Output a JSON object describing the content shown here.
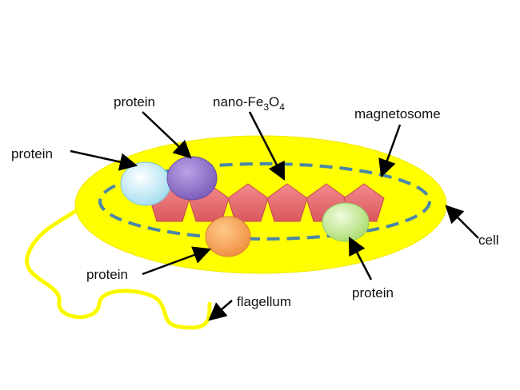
{
  "labels": {
    "protein_top": "protein",
    "protein_left": "protein",
    "protein_bottom_left": "protein",
    "protein_bottom_right": "protein",
    "nano_prefix": "nano-Fe",
    "nano_sub1": "3",
    "nano_mid": "O",
    "nano_sub2": "4",
    "magnetosome": "magnetosome",
    "cell": "cell",
    "flagellum": "flagellum"
  },
  "colors": {
    "cell": "#ffff00",
    "membrane": "#4a86a8",
    "crystal": "#e8686d",
    "protein_cyan": "#c7eef7",
    "protein_purple": "#8e6fc7",
    "protein_orange": "#f5a35a",
    "protein_green": "#c9ec9a",
    "arrow": "#000000"
  }
}
